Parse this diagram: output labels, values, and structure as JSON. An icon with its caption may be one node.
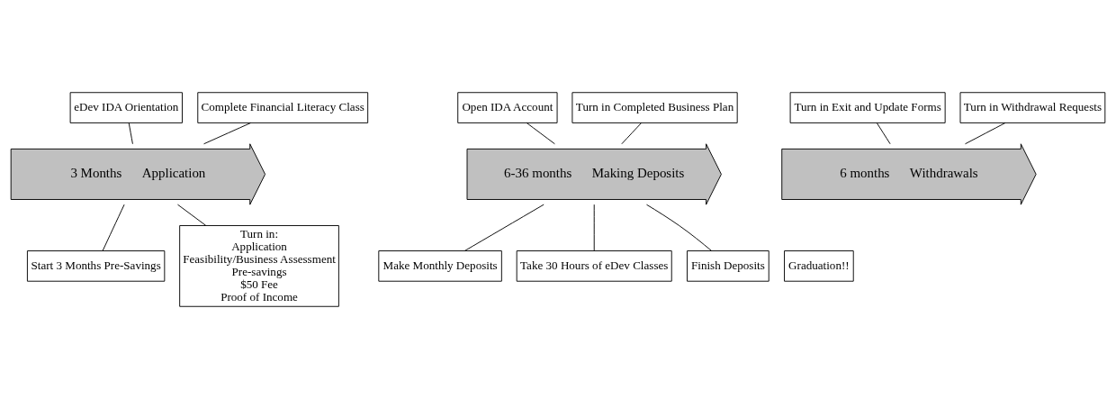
{
  "diagram": {
    "nodes": [
      {
        "text": [
          "3 Months",
          "Application"
        ]
      },
      {
        "text": [
          "6-36 months",
          "Making Deposits"
        ]
      },
      {
        "text": [
          "6 months",
          "Withdrawals"
        ]
      },
      {
        "text": [
          "eDev IDA Orientation"
        ]
      },
      {
        "text": [
          "Complete Financial Literacy Class"
        ]
      },
      {
        "text": [
          "Start 3 Months Pre-Savings"
        ]
      },
      {
        "text": [
          "Turn in:",
          "Application",
          "Feasibility/Business Assessment",
          "Pre-savings",
          "$50 Fee",
          "Proof of Income"
        ]
      },
      {
        "text": [
          "Open IDA Account"
        ]
      },
      {
        "text": [
          "Turn in Completed Business Plan"
        ]
      },
      {
        "text": [
          "Make Monthly Deposits"
        ]
      },
      {
        "text": [
          "Take 30 Hours of eDev Classes"
        ]
      },
      {
        "text": [
          "Turn in Exit and Update Forms"
        ]
      },
      {
        "text": [
          "Finish Deposits"
        ]
      },
      {
        "text": [
          "Turn in Withdrawal Requests"
        ]
      },
      {
        "text": [
          "Graduation!!"
        ]
      }
    ],
    "edges": [
      {
        "from": 3,
        "to": 0,
        "arrow": "none"
      },
      {
        "from": 4,
        "to": 0,
        "arrow": "none"
      },
      {
        "from": 5,
        "to": 0,
        "arrow": "none"
      },
      {
        "from": 6,
        "to": 0,
        "arrow": "none"
      },
      {
        "from": 7,
        "to": 1,
        "arrow": "none"
      },
      {
        "from": 8,
        "to": 1,
        "arrow": "none"
      },
      {
        "from": 9,
        "to": 1,
        "arrow": "none"
      },
      {
        "from": 10,
        "to": 1,
        "arrow": "none"
      },
      {
        "from": 11,
        "to": 2,
        "arrow": "none"
      },
      {
        "from": 12,
        "to": 1,
        "arrow": "none"
      },
      {
        "from": 13,
        "to": 2,
        "arrow": "none"
      }
    ]
  }
}
